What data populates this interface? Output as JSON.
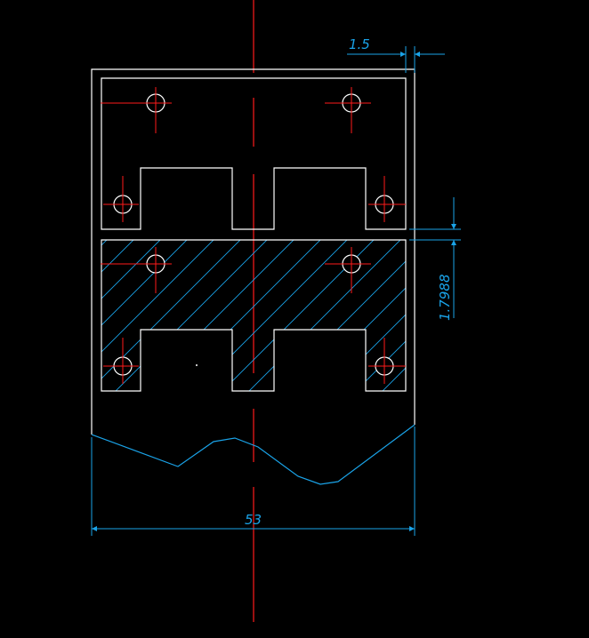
{
  "colors": {
    "background": "#000000",
    "outline": "#ffffff",
    "centerline": "#ff1a1a",
    "dimension": "#1aa3e8",
    "hatch": "#1aa3e8"
  },
  "dimensions": {
    "top_gap": "1.5",
    "part_gap": "1.7988",
    "overall_width": "53"
  }
}
